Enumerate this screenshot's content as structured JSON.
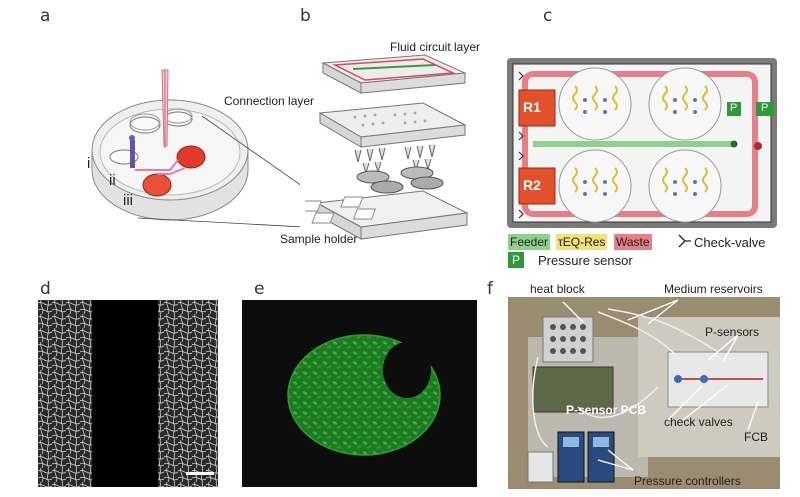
{
  "panels": {
    "a": "a",
    "b": "b",
    "c": "c",
    "d": "d",
    "e": "e",
    "f": "f"
  },
  "panel_a": {
    "marker_i": "i",
    "marker_ii": "ii",
    "marker_iii": "iii"
  },
  "panel_b": {
    "fluid_circuit_layer": "Fluid circuit layer",
    "connection_layer": "Connection layer",
    "sample_holder": "Sample holder"
  },
  "panel_c": {
    "r1": "R1",
    "r2": "R2",
    "p_left": "P",
    "p_right": "P",
    "legend": {
      "feeder": "Feeder",
      "teq_res": "τEQ-Res",
      "waste": "Waste",
      "check_valve": "Check-valve",
      "p_box": "P",
      "pressure_sensor": "Pressure sensor"
    },
    "colors": {
      "feeder": "#8fd18a",
      "teq_res": "#f2e07a",
      "waste": "#e87f88",
      "reservoir": "#e2502c",
      "sensor": "#2f9a3a"
    }
  },
  "panel_f": {
    "heat_block": "heat block",
    "medium_reservoirs": "Medium reservoirs",
    "p_sensors": "P-sensors",
    "p_sensor_pcb": "P-sensor PCB",
    "check_valves": "check valves",
    "fcb": "FCB",
    "pressure_controllers": "Pressure controllers"
  }
}
